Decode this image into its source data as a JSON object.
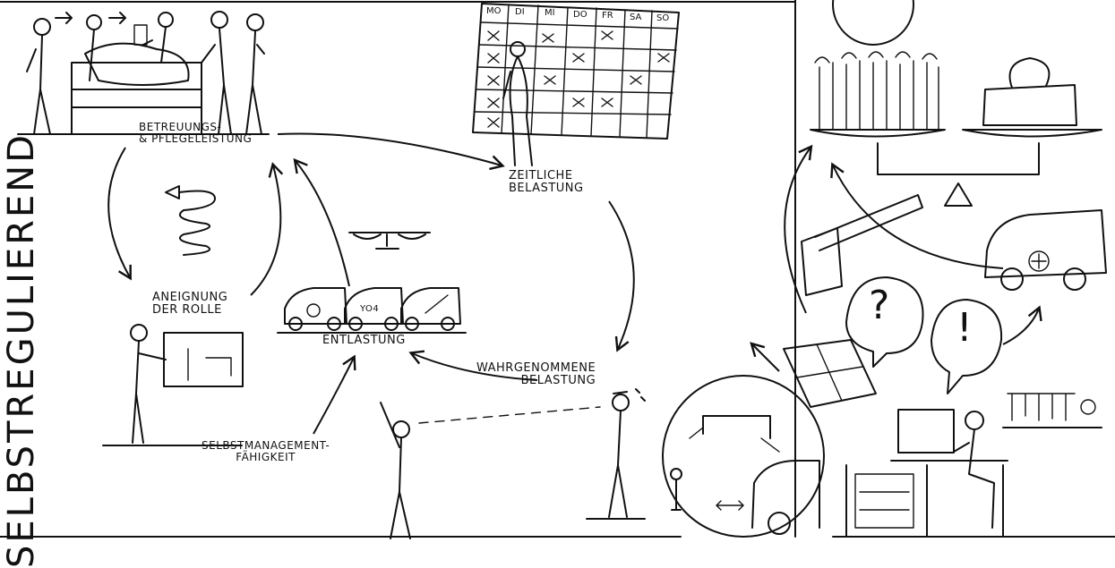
{
  "title_vertical": "SELBSTREGULIEREND",
  "nodes": {
    "care": {
      "line1": "BETREUUNGS-",
      "line2": "& PFLEGELEISTUNG"
    },
    "time": {
      "line1": "ZEITLICHE",
      "line2": "BELASTUNG"
    },
    "role": {
      "line1": "ANEIGNUNG",
      "line2": "DER ROLLE"
    },
    "relief": {
      "line1": "ENTLASTUNG"
    },
    "perceived": {
      "line1": "WAHRGENOMMENE",
      "line2": "BELASTUNG"
    },
    "selfmgmt": {
      "line1": "SELBSTMANAGEMENT-",
      "line2": "FÄHIGKEIT"
    }
  },
  "calendar_days": [
    "MO",
    "DI",
    "MI",
    "DO",
    "FR",
    "SA",
    "SO"
  ],
  "van_label": "YO4",
  "speech_marks": [
    "?",
    "!"
  ],
  "colors": {
    "ink": "#111111",
    "paper": "#ffffff"
  }
}
